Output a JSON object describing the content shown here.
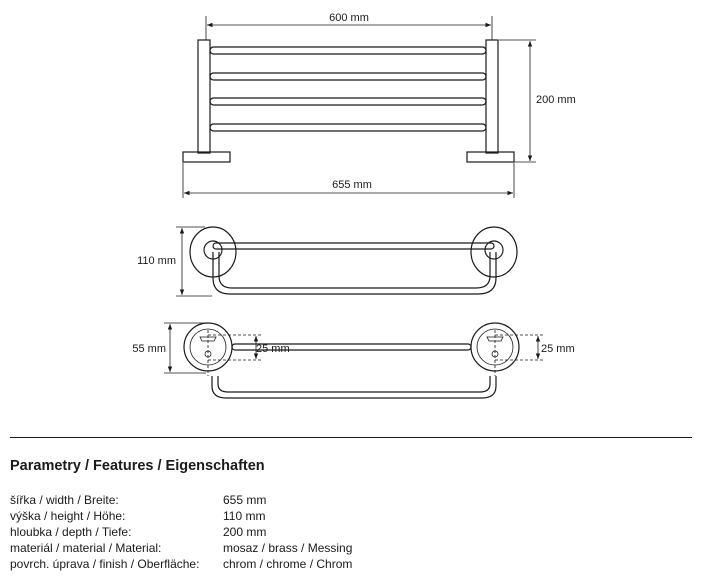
{
  "dimensions": {
    "top_width": "600 mm",
    "top_height": "200 mm",
    "top_total_width": "655 mm",
    "side_height": "110 mm",
    "bottom_depth": "55 mm",
    "bottom_inner_left": "25 mm",
    "bottom_inner_right": "25 mm"
  },
  "features": {
    "title": "Parametry / Features / Eigenschaften",
    "rows": [
      {
        "label": "šířka / width / Breite:",
        "value": "655 mm"
      },
      {
        "label": "výška / height / Höhe:",
        "value": "110 mm"
      },
      {
        "label": "hloubka / depth / Tiefe:",
        "value": "200 mm"
      },
      {
        "label": "materiál / material / Material:",
        "value": "mosaz / brass / Messing"
      },
      {
        "label": "povrch. úprava / finish / Oberfläche:",
        "value": "chrom / chrome / Chrom"
      }
    ]
  }
}
